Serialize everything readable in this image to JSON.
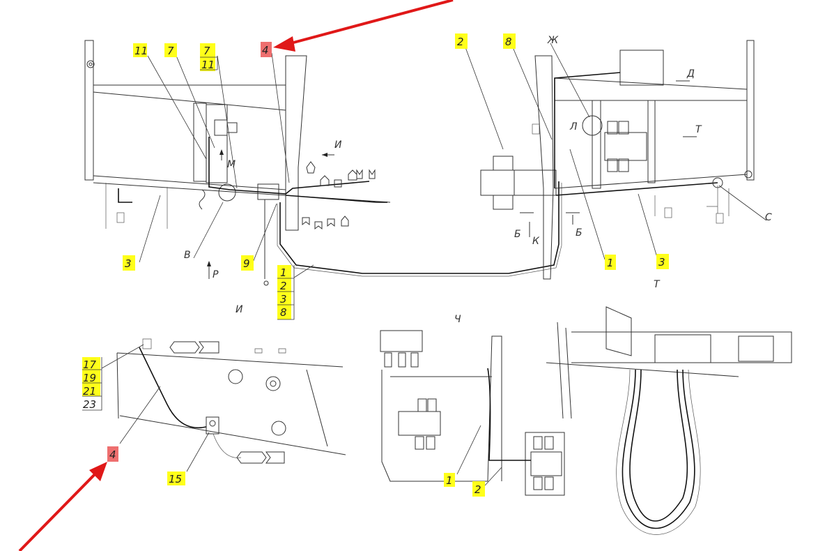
{
  "callouts": {
    "top_left": {
      "c11a": "11",
      "c7a": "7",
      "c7b": "7",
      "c11b": "11",
      "c4_top": "4",
      "c3_left": "3",
      "c9": "9",
      "stack": [
        "1",
        "2",
        "3",
        "8"
      ]
    },
    "top_right": {
      "c2": "2",
      "c8": "8",
      "c1": "1",
      "c3": "3"
    },
    "bottom_left": {
      "stack": [
        "17",
        "19",
        "21",
        "23"
      ],
      "c4_bottom": "4",
      "c15": "15"
    },
    "bottom_mid": {
      "c1": "1",
      "c2": "2"
    }
  },
  "view_letters": {
    "I_arrow": "И",
    "M": "М",
    "V": "В",
    "R": "Р",
    "I_view": "И",
    "B1": "Б",
    "K": "К",
    "B2": "Б",
    "D": "Д",
    "ZH": "Ж",
    "L": "Л",
    "T_arrow": "Т",
    "S": "С",
    "T_view": "Т",
    "CH": "Ч"
  },
  "colors": {
    "highlight_yellow": "#ffff1a",
    "highlight_red": "#ee6f6f",
    "arrow_red": "#e01818"
  }
}
